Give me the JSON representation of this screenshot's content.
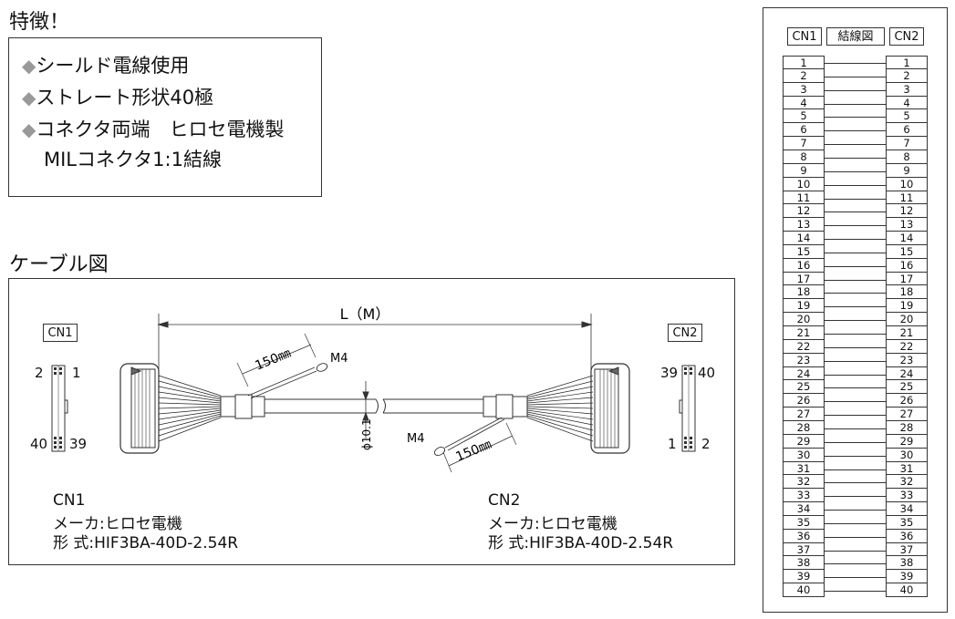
{
  "features": {
    "title": "特徴！",
    "items": [
      {
        "bullet": "◆",
        "text": "シールド電線使用"
      },
      {
        "bullet": "◆",
        "text": "ストレート形状40極"
      },
      {
        "bullet": "◆",
        "text": "コネクタ両端　ヒロセ電機製"
      },
      {
        "bullet": "",
        "text": "MILコネクタ1:1結線"
      }
    ]
  },
  "cable": {
    "title": "ケーブル図",
    "length_label": "L（M）",
    "ground_len_1": "150㎜",
    "ground_len_2": "150㎜",
    "m4_1": "M4",
    "m4_2": "M4",
    "diameter": "ϕ10.1",
    "cn1_tag": "CN1",
    "cn2_tag": "CN2",
    "cn1_pins": {
      "tl": "2",
      "tr": "1",
      "bl": "40",
      "br": "39"
    },
    "cn2_pins": {
      "tl": "39",
      "tr": "40",
      "bl": "1",
      "br": "2"
    },
    "cn1_info": {
      "name": "CN1",
      "maker": "メーカ:ヒロセ電機",
      "model": "形 式:HIF3BA-40D-2.54R"
    },
    "cn2_info": {
      "name": "CN2",
      "maker": "メーカ:ヒロセ電機",
      "model": "形 式:HIF3BA-40D-2.54R"
    }
  },
  "wiring": {
    "left_header": "CN1",
    "center_header": "結線図",
    "right_header": "CN2",
    "pins": [
      "1",
      "2",
      "3",
      "4",
      "5",
      "6",
      "7",
      "8",
      "9",
      "10",
      "11",
      "12",
      "13",
      "14",
      "15",
      "16",
      "17",
      "18",
      "19",
      "20",
      "21",
      "22",
      "23",
      "24",
      "25",
      "26",
      "27",
      "28",
      "29",
      "30",
      "31",
      "32",
      "33",
      "34",
      "35",
      "36",
      "37",
      "38",
      "39",
      "40"
    ]
  }
}
